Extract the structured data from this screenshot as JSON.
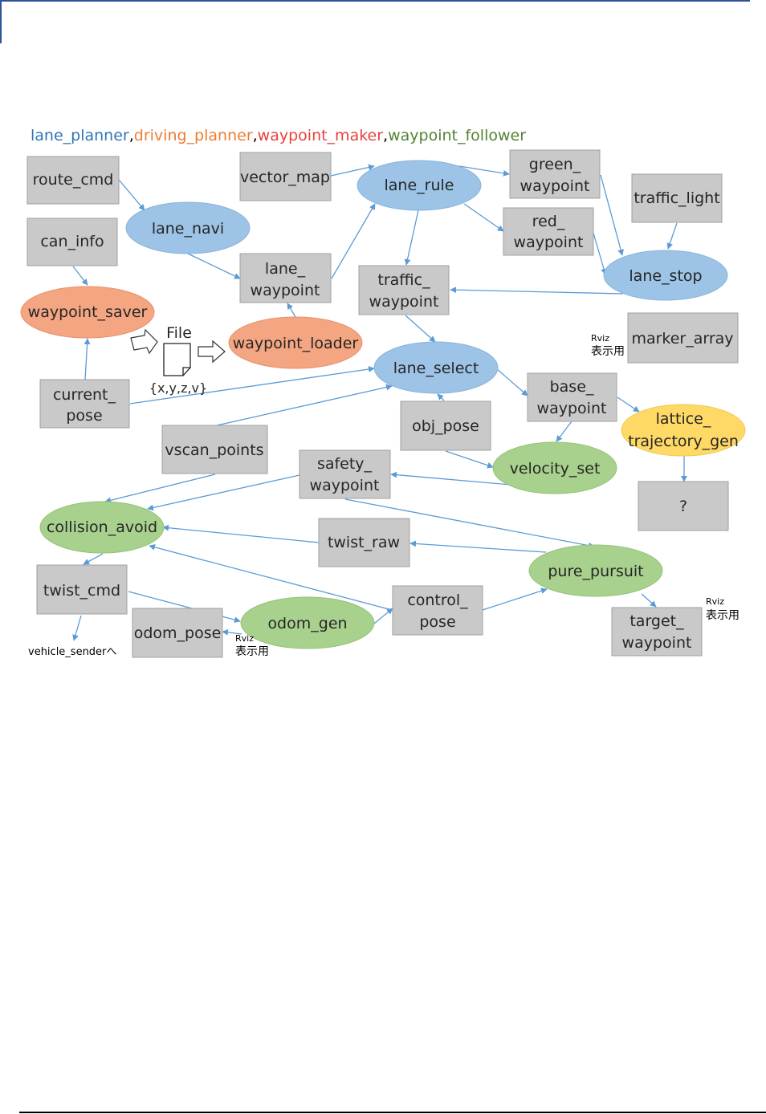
{
  "legend": [
    {
      "text": "lane_planner",
      "color": "#2e75b6"
    },
    {
      "text": ",",
      "color": "#000000"
    },
    {
      "text": "driving_planner",
      "color": "#ed7d31"
    },
    {
      "text": ",",
      "color": "#000000"
    },
    {
      "text": "waypoint_maker",
      "color": "#e8413b"
    },
    {
      "text": ",",
      "color": "#000000"
    },
    {
      "text": "waypoint_follower",
      "color": "#548235"
    }
  ],
  "colors": {
    "rect_fill": "#c9c9c9",
    "rect_stroke": "#a0a0a0",
    "blue_fill": "#9dc3e6",
    "orange_fill": "#f4a582",
    "green_fill": "#a9d18e",
    "yellow_fill": "#ffd966",
    "arrow": "#5b9bd5"
  },
  "nodes": {
    "route_cmd": [
      "route_cmd"
    ],
    "vector_map": [
      "vector_map"
    ],
    "lane_rule": [
      "lane_rule"
    ],
    "green_waypoint": [
      "green_",
      "waypoint"
    ],
    "traffic_light": [
      "traffic_light"
    ],
    "lane_navi": [
      "lane_navi"
    ],
    "red_waypoint": [
      "red_",
      "waypoint"
    ],
    "can_info": [
      "can_info"
    ],
    "lane_waypoint": [
      "lane_",
      "waypoint"
    ],
    "lane_stop": [
      "lane_stop"
    ],
    "traffic_waypoint": [
      "traffic_",
      "waypoint"
    ],
    "waypoint_saver": [
      "waypoint_saver"
    ],
    "waypoint_loader": [
      "waypoint_loader"
    ],
    "marker_array": [
      "marker_array"
    ],
    "lane_select": [
      "lane_select"
    ],
    "current_pose": [
      "current_",
      "pose"
    ],
    "base_waypoint": [
      "base_",
      "waypoint"
    ],
    "lattice_trajectory_gen": [
      "lattice_",
      "trajectory_gen"
    ],
    "obj_pose": [
      "obj_pose"
    ],
    "vscan_points": [
      "vscan_points"
    ],
    "velocity_set": [
      "velocity_set"
    ],
    "safety_waypoint": [
      "safety_",
      "waypoint"
    ],
    "unknown": [
      "?"
    ],
    "collision_avoid": [
      "collision_avoid"
    ],
    "twist_raw": [
      "twist_raw"
    ],
    "pure_pursuit": [
      "pure_pursuit"
    ],
    "twist_cmd": [
      "twist_cmd"
    ],
    "control_pose": [
      "control_",
      "pose"
    ],
    "odom_gen": [
      "odom_gen"
    ],
    "odom_pose": [
      "odom_pose"
    ],
    "target_waypoint": [
      "target_",
      "waypoint"
    ]
  },
  "file_label": "File",
  "file_format": "{x,y,z,v}",
  "rviz_notes": [
    {
      "line1": "Rviz",
      "line2": "表示用"
    },
    {
      "line1": "Rviz",
      "line2": "表示用"
    },
    {
      "line1": "Rviz",
      "line2": "表示用"
    }
  ],
  "vehicle_sender": "vehicle_sender",
  "vehicle_sender_arrow": "へ"
}
